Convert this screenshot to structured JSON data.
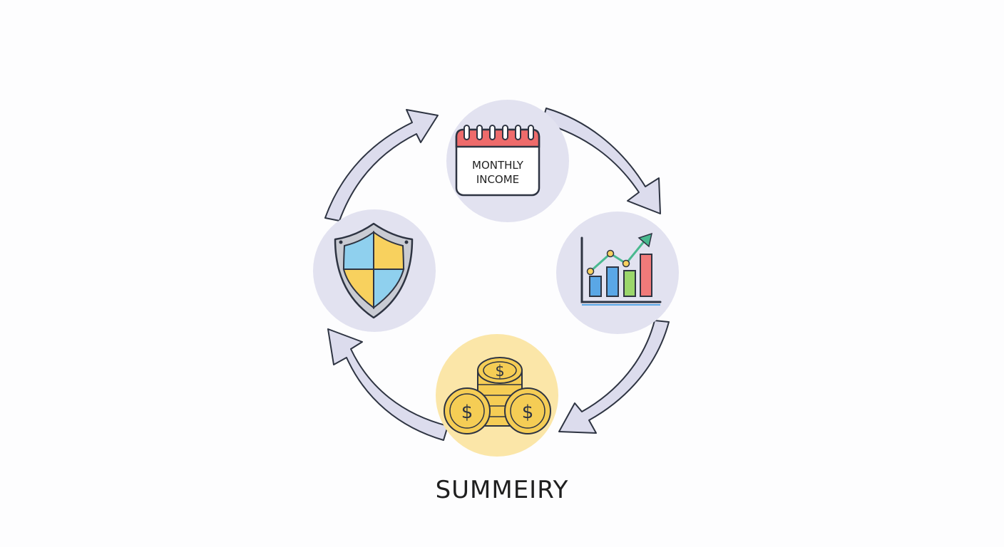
{
  "diagram": {
    "nodes": {
      "monthly_income": {
        "line1": "MONTHLY",
        "line2": "INCOME",
        "icon": "calendar-icon"
      },
      "growth": {
        "icon": "growth-chart-icon"
      },
      "savings": {
        "icon": "coin-stack-icon",
        "coin_symbol": "$"
      },
      "protection": {
        "icon": "shield-icon"
      }
    },
    "caption": "SUMMEIRY",
    "colors": {
      "node_bg": "#e2e2f0",
      "savings_bg": "#fbe6a8",
      "arrow_fill": "#dcdced",
      "outline": "#2e3442",
      "calendar_red": "#ee6b6b",
      "shield_blue": "#8fd0ee",
      "shield_yellow": "#f8d15e",
      "coin_gold": "#f5cd55",
      "bar_blue": "#5aa7e6",
      "bar_green": "#9bd66b",
      "bar_red": "#f07a7a",
      "trend_green": "#49b98f"
    }
  }
}
